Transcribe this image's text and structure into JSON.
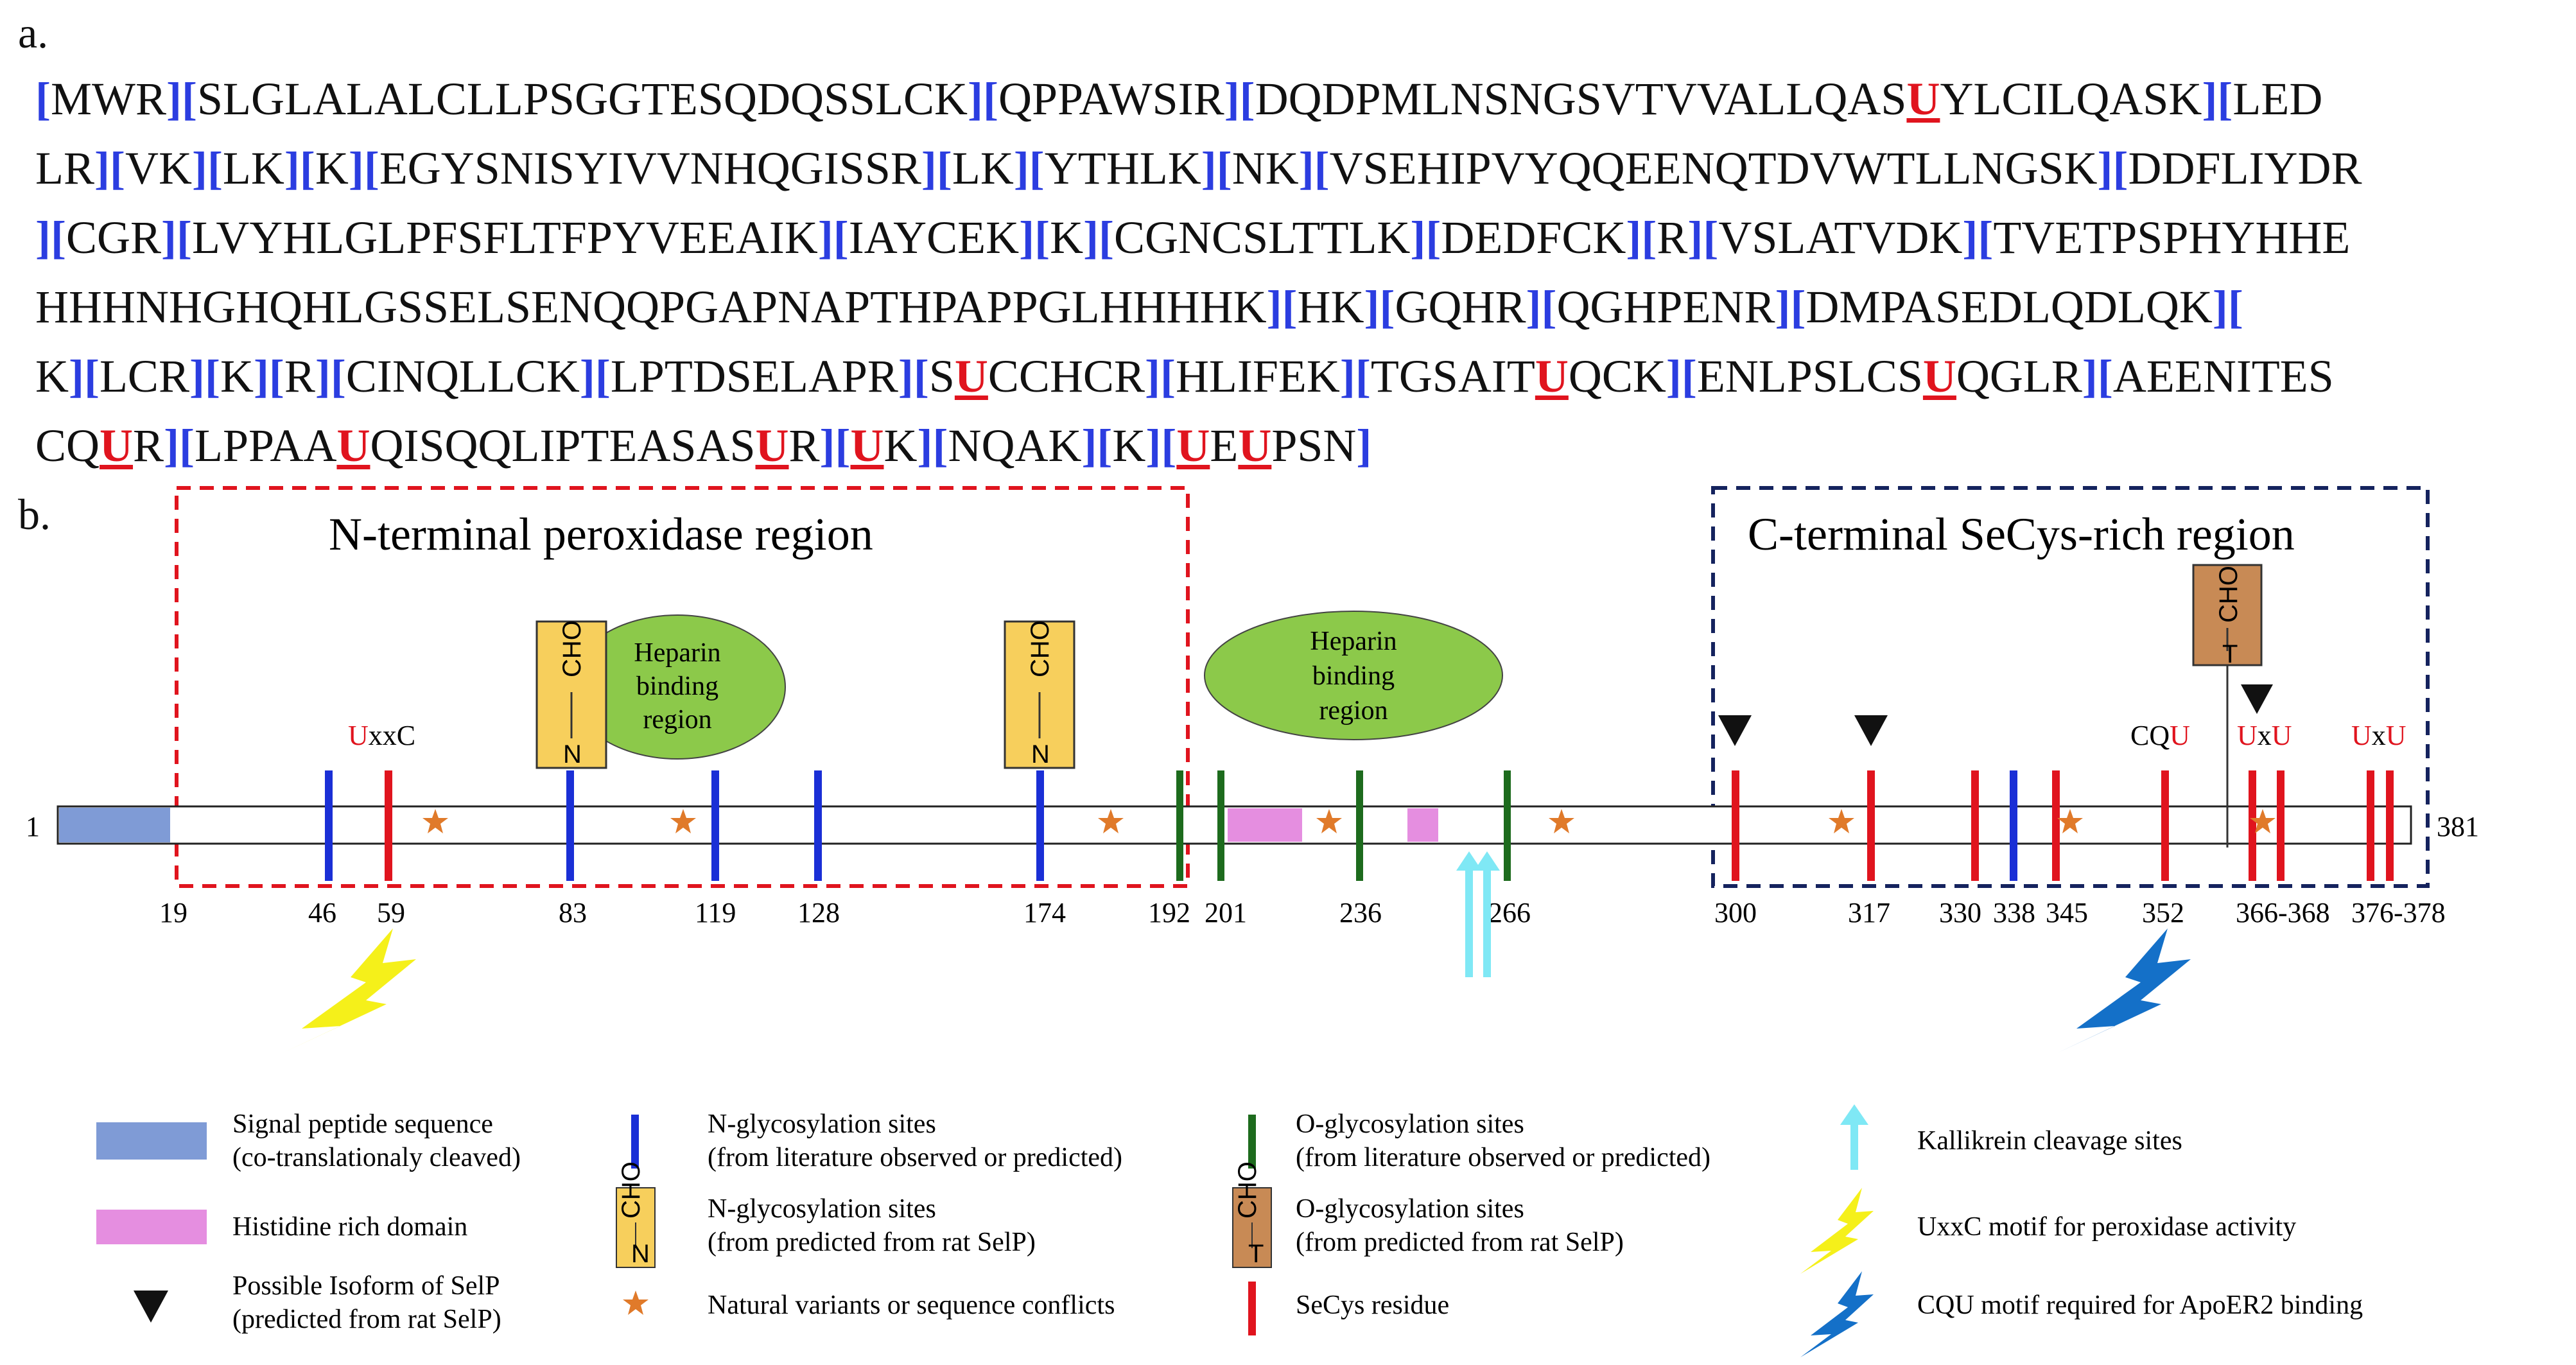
{
  "panel_a_label": "a.",
  "panel_b_label": "b.",
  "sequence_lines": [
    [
      [
        "b",
        "["
      ],
      [
        "t",
        "MWR"
      ],
      [
        "b",
        "]["
      ],
      [
        "t",
        "SLGLALALCLLPSGGTESQDQSSLCK"
      ],
      [
        "b",
        "]["
      ],
      [
        "t",
        "QPPAWSIR"
      ],
      [
        "b",
        "]["
      ],
      [
        "t",
        "DQDPMLNSNGSVTVVALLQAS"
      ],
      [
        "u",
        "U"
      ],
      [
        "t",
        "YLCILQASK"
      ],
      [
        "b",
        "]["
      ],
      [
        "t",
        "LED"
      ]
    ],
    [
      [
        "t",
        "LR"
      ],
      [
        "b",
        "]["
      ],
      [
        "t",
        "VK"
      ],
      [
        "b",
        "]["
      ],
      [
        "t",
        "LK"
      ],
      [
        "b",
        "]["
      ],
      [
        "t",
        "K"
      ],
      [
        "b",
        "]["
      ],
      [
        "t",
        "EGYSNISYIVVNHQGISSR"
      ],
      [
        "b",
        "]["
      ],
      [
        "t",
        "LK"
      ],
      [
        "b",
        "]["
      ],
      [
        "t",
        "YTHLK"
      ],
      [
        "b",
        "]["
      ],
      [
        "t",
        "NK"
      ],
      [
        "b",
        "]["
      ],
      [
        "t",
        "VSEHIPVYQQEENQTDVWTLLNGSK"
      ],
      [
        "b",
        "]["
      ],
      [
        "t",
        "DDFLIYDR"
      ]
    ],
    [
      [
        "b",
        "]["
      ],
      [
        "t",
        "CGR"
      ],
      [
        "b",
        "]["
      ],
      [
        "t",
        "LVYHLGLPFSFLTFPYVEEAIK"
      ],
      [
        "b",
        "]["
      ],
      [
        "t",
        "IAYCEK"
      ],
      [
        "b",
        "]["
      ],
      [
        "t",
        "K"
      ],
      [
        "b",
        "]["
      ],
      [
        "t",
        "CGNCSLTTLK"
      ],
      [
        "b",
        "]["
      ],
      [
        "t",
        "DEDFCK"
      ],
      [
        "b",
        "]["
      ],
      [
        "t",
        "R"
      ],
      [
        "b",
        "]["
      ],
      [
        "t",
        "VSLATVDK"
      ],
      [
        "b",
        "]["
      ],
      [
        "t",
        "TVETPSPHYHHE"
      ]
    ],
    [
      [
        "t",
        "HHHNHGHQHLGSSELSENQQPGAPNAPTHPAPPGLHHHHK"
      ],
      [
        "b",
        "]["
      ],
      [
        "t",
        "HK"
      ],
      [
        "b",
        "]["
      ],
      [
        "t",
        "GQHR"
      ],
      [
        "b",
        "]["
      ],
      [
        "t",
        "QGHPENR"
      ],
      [
        "b",
        "]["
      ],
      [
        "t",
        "DMPASEDLQDLQK"
      ],
      [
        "b",
        "]["
      ]
    ],
    [
      [
        "t",
        "K"
      ],
      [
        "b",
        "]["
      ],
      [
        "t",
        "LCR"
      ],
      [
        "b",
        "]["
      ],
      [
        "t",
        "K"
      ],
      [
        "b",
        "]["
      ],
      [
        "t",
        "R"
      ],
      [
        "b",
        "]["
      ],
      [
        "t",
        "CINQLLCK"
      ],
      [
        "b",
        "]["
      ],
      [
        "t",
        "LPTDSELAPR"
      ],
      [
        "b",
        "]["
      ],
      [
        "t",
        "S"
      ],
      [
        "u",
        "U"
      ],
      [
        "t",
        "CCHCR"
      ],
      [
        "b",
        "]["
      ],
      [
        "t",
        "HLIFEK"
      ],
      [
        "b",
        "]["
      ],
      [
        "t",
        "TGSAIT"
      ],
      [
        "u",
        "U"
      ],
      [
        "t",
        "QCK"
      ],
      [
        "b",
        "]["
      ],
      [
        "t",
        "ENLPSLCS"
      ],
      [
        "u",
        "U"
      ],
      [
        "t",
        "QGLR"
      ],
      [
        "b",
        "]["
      ],
      [
        "t",
        "AEENITES"
      ]
    ],
    [
      [
        "t",
        "CQ"
      ],
      [
        "u",
        "U"
      ],
      [
        "t",
        "R"
      ],
      [
        "b",
        "]["
      ],
      [
        "t",
        "LPPAA"
      ],
      [
        "u",
        "U"
      ],
      [
        "t",
        "QISQQLIPTEASAS"
      ],
      [
        "u",
        "U"
      ],
      [
        "t",
        "R"
      ],
      [
        "b",
        "]["
      ],
      [
        "u",
        "U"
      ],
      [
        "t",
        "K"
      ],
      [
        "b",
        "]["
      ],
      [
        "t",
        "NQAK"
      ],
      [
        "b",
        "]["
      ],
      [
        "t",
        "K"
      ],
      [
        "b",
        "]["
      ],
      [
        "u",
        "U"
      ],
      [
        "t",
        "E"
      ],
      [
        "u",
        "U"
      ],
      [
        "t",
        "PSN"
      ],
      [
        "b",
        "]"
      ]
    ]
  ],
  "diagram": {
    "length_start": "1",
    "length_end": "381",
    "n_region_title": "N-terminal peroxidase region",
    "c_region_title": "C-terminal SeCys-rich region",
    "position_labels": [
      "19",
      "46",
      "59",
      "83",
      "119",
      "128",
      "174",
      "192",
      "201",
      "236",
      "266",
      "300",
      "317",
      "330",
      "338",
      "345",
      "352",
      "366-368",
      "376-378"
    ],
    "heparin_1": [
      "Heparin",
      "binding",
      "region"
    ],
    "heparin_2": [
      "Heparin",
      "binding",
      "region"
    ],
    "cho_text": "CHO",
    "n_letter": "N",
    "t_letter": "T",
    "motif_uxxc": {
      "u": "U",
      "rest": "xxC"
    },
    "motif_cqu": {
      "pre": "CQ",
      "u": "U"
    },
    "motif_uxu_1": {
      "u1": "U",
      "x": "x",
      "u2": "U"
    },
    "motif_uxu_2": {
      "u1": "U",
      "x": "x",
      "u2": "U"
    }
  },
  "legend": {
    "signal_peptide": [
      "Signal peptide sequence",
      "(co-translationaly cleaved)"
    ],
    "histidine": [
      "Histidine rich domain"
    ],
    "isoform": [
      "Possible Isoform of SelP",
      "(predicted from rat SelP)"
    ],
    "n_glyco_lit": [
      "N-glycosylation sites",
      "(from literature observed or predicted)"
    ],
    "n_glyco_rat": [
      "N-glycosylation sites",
      "(from predicted from rat SelP)"
    ],
    "variants": [
      "Natural variants or sequence conflicts"
    ],
    "o_glyco_lit": [
      "O-glycosylation sites",
      "(from literature observed or predicted)"
    ],
    "o_glyco_rat": [
      "O-glycosylation sites",
      "(from predicted from rat SelP)"
    ],
    "secys": [
      "SeCys residue"
    ],
    "kallikrein": [
      "Kallikrein cleavage sites"
    ],
    "uxxc": [
      "UxxC motif for peroxidase activity"
    ],
    "cqu": [
      "CQU motif required for ApoER2 binding"
    ]
  },
  "colors": {
    "blue_bracket": "#2b3de0",
    "secys_red": "#e0141e",
    "n_glyco_blue": "#1a2fd6",
    "o_glyco_green": "#1d6b1d",
    "signal": "#7f9bd6",
    "histidine": "#e58ee0",
    "heparin": "#8cc94a",
    "cho_yellow": "#f7cf5c",
    "cho_brown": "#c88a55",
    "kallikrein": "#7fe8f5",
    "bolt_yellow": "#f5f01a",
    "bolt_blue": "#1470c8",
    "star": "#e07a2a"
  }
}
